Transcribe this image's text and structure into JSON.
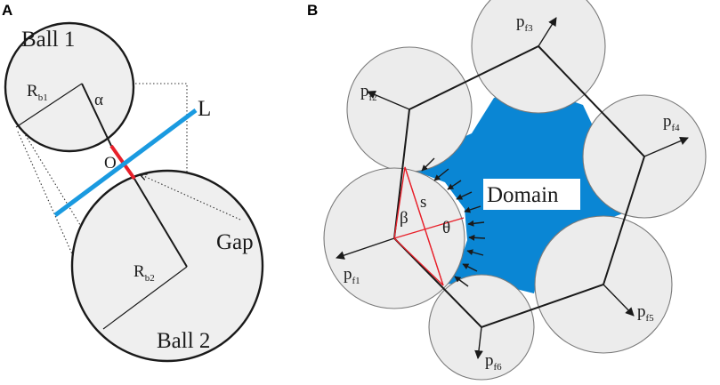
{
  "panel_a": {
    "letter": "A",
    "ball1_label": "Ball 1",
    "ball2_label": "Ball 2",
    "rb1_main": "R",
    "rb1_sub": "b1",
    "rb2_main": "R",
    "rb2_sub": "b2",
    "alpha": "α",
    "line_label": "L",
    "point_label": "O",
    "gap_label": "Gap",
    "colors": {
      "contact_line": "#1a9ae0",
      "overlap": "#e8202a"
    }
  },
  "panel_b": {
    "letter": "B",
    "domain_label": "Domain",
    "s_label": "s",
    "beta": "β",
    "theta": "θ",
    "forces": [
      {
        "main": "p",
        "sub": "f1"
      },
      {
        "main": "p",
        "sub": "f2"
      },
      {
        "main": "p",
        "sub": "f3"
      },
      {
        "main": "p",
        "sub": "f4"
      },
      {
        "main": "p",
        "sub": "f5"
      },
      {
        "main": "p",
        "sub": "f6"
      }
    ],
    "colors": {
      "domain_fill": "#0a86d4",
      "chord": "#e8202a"
    }
  }
}
